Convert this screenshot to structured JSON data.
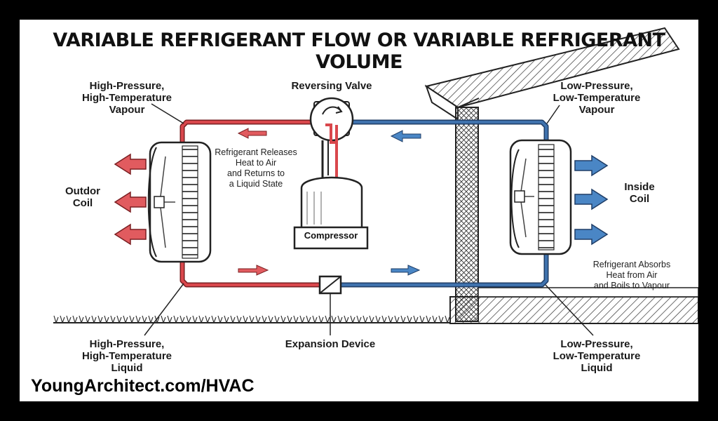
{
  "title": "VARIABLE REFRIGERANT FLOW OR VARIABLE REFRIGERANT VOLUME",
  "labels": {
    "hp_vapour": "High-Pressure,\nHigh-Temperature\nVapour",
    "reversing_valve": "Reversing Valve",
    "lp_vapour": "Low-Pressure,\nLow-Temperature\nVapour",
    "outdoor_coil": "Outdor\nCoil",
    "inside_coil": "Inside\nCoil",
    "releases_note": "Refrigerant Releases\nHeat to Air\nand Returns to\na Liquid State",
    "absorbs_note": "Refrigerant Absorbs\nHeat from Air\nand Boils to Vapour",
    "compressor": "Compressor",
    "hp_liquid": "High-Pressure,\nHigh-Temperature\nLiquid",
    "expansion_device": "Expansion Device",
    "lp_liquid": "Low-Pressure,\nLow-Temperature\nLiquid"
  },
  "footer": "YoungArchitect.com/HVAC",
  "colors": {
    "hot_line": "#d9474c",
    "cold_line": "#3f72ad",
    "hot_arrow": "#e15b5f",
    "cold_arrow": "#4a86c5",
    "ink": "#1a1a1a",
    "frame": "#000000"
  }
}
